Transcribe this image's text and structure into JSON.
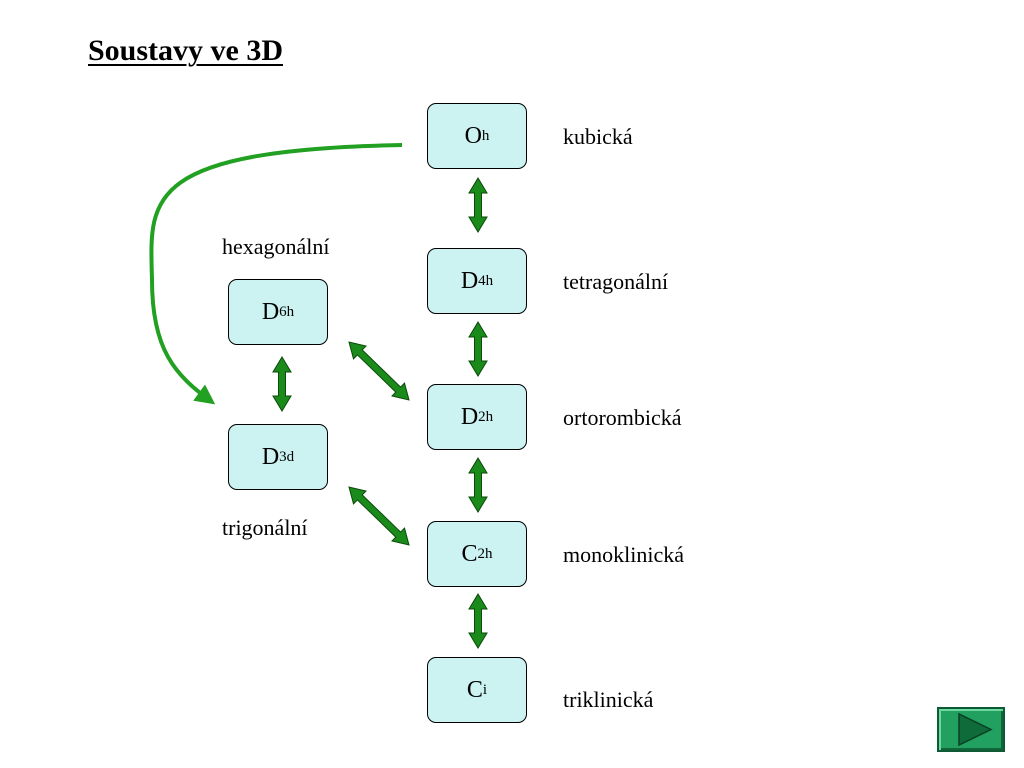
{
  "title": "Soustavy ve 3D",
  "nodes": {
    "oh": {
      "main": "O",
      "sub": "h"
    },
    "d4h": {
      "main": "D",
      "sub": "4h"
    },
    "d2h": {
      "main": "D",
      "sub": "2h"
    },
    "c2h": {
      "main": "C",
      "sub": "2h"
    },
    "ci": {
      "main": "C",
      "sub": "i"
    },
    "d6h": {
      "main": "D",
      "sub": "6h"
    },
    "d3d": {
      "main": "D",
      "sub": "3d"
    }
  },
  "labels": {
    "kubicka": "kubická",
    "tetragonalni": "tetragonální",
    "ortorombicka": "ortorombická",
    "monoklinicka": "monoklinická",
    "triklinicka": "triklinická",
    "hexagonalni": "hexagonální",
    "trigonalni": "trigonální"
  },
  "colors": {
    "box_fill": "#ccf2f2",
    "arrow_fill": "#1a8a1a",
    "curve": "#22a022",
    "nav_button": "#22a060"
  },
  "nav": {
    "icon": "play-triangle-icon"
  }
}
